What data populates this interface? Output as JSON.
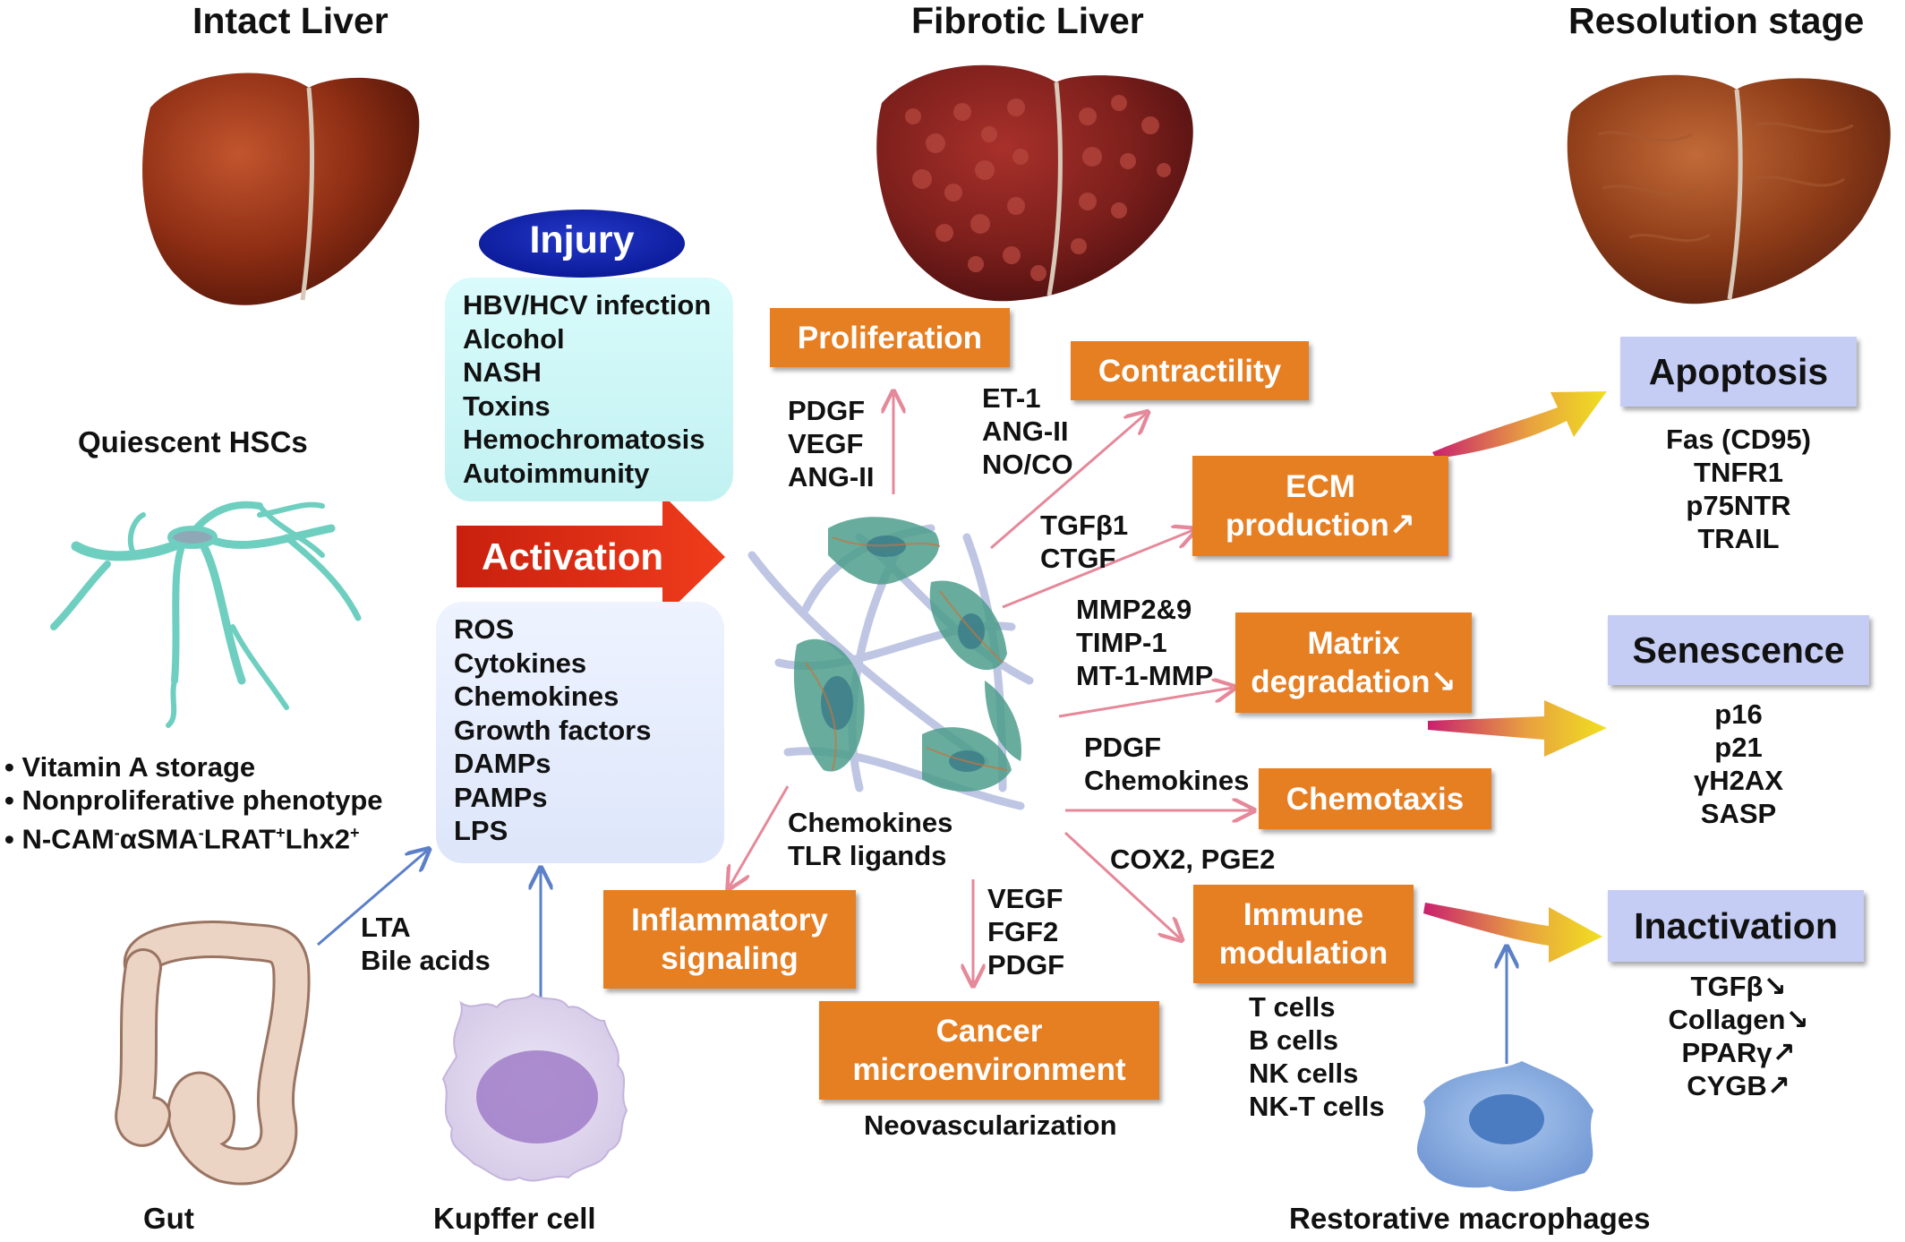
{
  "headers": {
    "intact": "Intact Liver",
    "fibrotic": "Fibrotic Liver",
    "resolution": "Resolution stage"
  },
  "quiescent": {
    "title": "Quiescent HSCs",
    "features": [
      "• Vitamin A storage",
      "• Nonproliferative phenotype"
    ],
    "markers": {
      "bullet": "• ",
      "a": "N-CAM",
      "a_sup": "-",
      "b": "αSMA",
      "b_sup": "-",
      "c": "LRAT",
      "c_sup": "+",
      "d": "Lhx2",
      "d_sup": "+"
    }
  },
  "injury": {
    "label": "Injury",
    "causes": [
      "HBV/HCV infection",
      "Alcohol",
      "NASH",
      "Toxins",
      "Hemochromatosis",
      "Autoimmunity"
    ]
  },
  "activation": {
    "label": "Activation"
  },
  "mediators": [
    "ROS",
    "Cytokines",
    "Chemokines",
    "Growth factors",
    "DAMPs",
    "PAMPs",
    "LPS"
  ],
  "gut": {
    "label": "Gut",
    "factors": [
      "LTA",
      "Bile acids"
    ]
  },
  "kupffer": {
    "label": "Kupffer cell"
  },
  "outcomes": {
    "proliferation": {
      "label": "Proliferation",
      "factors": [
        "PDGF",
        "VEGF",
        "ANG-II"
      ]
    },
    "contractility": {
      "label": "Contractility",
      "factors": [
        "ET-1",
        "ANG-II",
        "NO/CO"
      ]
    },
    "ecm": {
      "line1": "ECM",
      "line2": "production↗",
      "factors": [
        "TGFβ1",
        "CTGF"
      ]
    },
    "matrix": {
      "line1": "Matrix",
      "line2": "degradation↘",
      "factors": [
        "MMP2&9",
        "TIMP-1",
        "MT-1-MMP"
      ]
    },
    "chemotaxis": {
      "label": "Chemotaxis",
      "factors": [
        "PDGF",
        "Chemokines"
      ]
    },
    "immune": {
      "line1": "Immune",
      "line2": "modulation",
      "factor": "COX2, PGE2",
      "cells": [
        "T cells",
        "B cells",
        "NK cells",
        "NK-T cells"
      ]
    },
    "inflammatory": {
      "line1": "Inflammatory",
      "line2": "signaling",
      "factors": [
        "Chemokines",
        "TLR ligands"
      ]
    },
    "cancer": {
      "line1": "Cancer",
      "line2": "microenvironment",
      "factors": [
        "VEGF",
        "FGF2",
        "PDGF"
      ],
      "note": "Neovascularization"
    }
  },
  "resolution": {
    "apoptosis": {
      "label": "Apoptosis",
      "items": [
        "Fas (CD95)",
        "TNFR1",
        "p75NTR",
        "TRAIL"
      ]
    },
    "senescence": {
      "label": "Senescence",
      "items": [
        "p16",
        "p21",
        "γH2AX",
        "SASP"
      ]
    },
    "inactivation": {
      "label": "Inactivation",
      "items": [
        "TGFβ↘",
        "Collagen↘",
        "PPARγ↗",
        "CYGB↗"
      ]
    }
  },
  "macrophages": {
    "label": "Restorative macrophages"
  },
  "colors": {
    "orange": "#e67e22",
    "lavender": "#c5cdf5",
    "injury_blue": "#0a1ea8",
    "activation_red": "#e0321a",
    "pink_arrow": "#e5899a",
    "blue_arrow": "#5b80c8",
    "hsc_teal": "#4e9e8c",
    "liver_brown": "#8b2e16"
  }
}
